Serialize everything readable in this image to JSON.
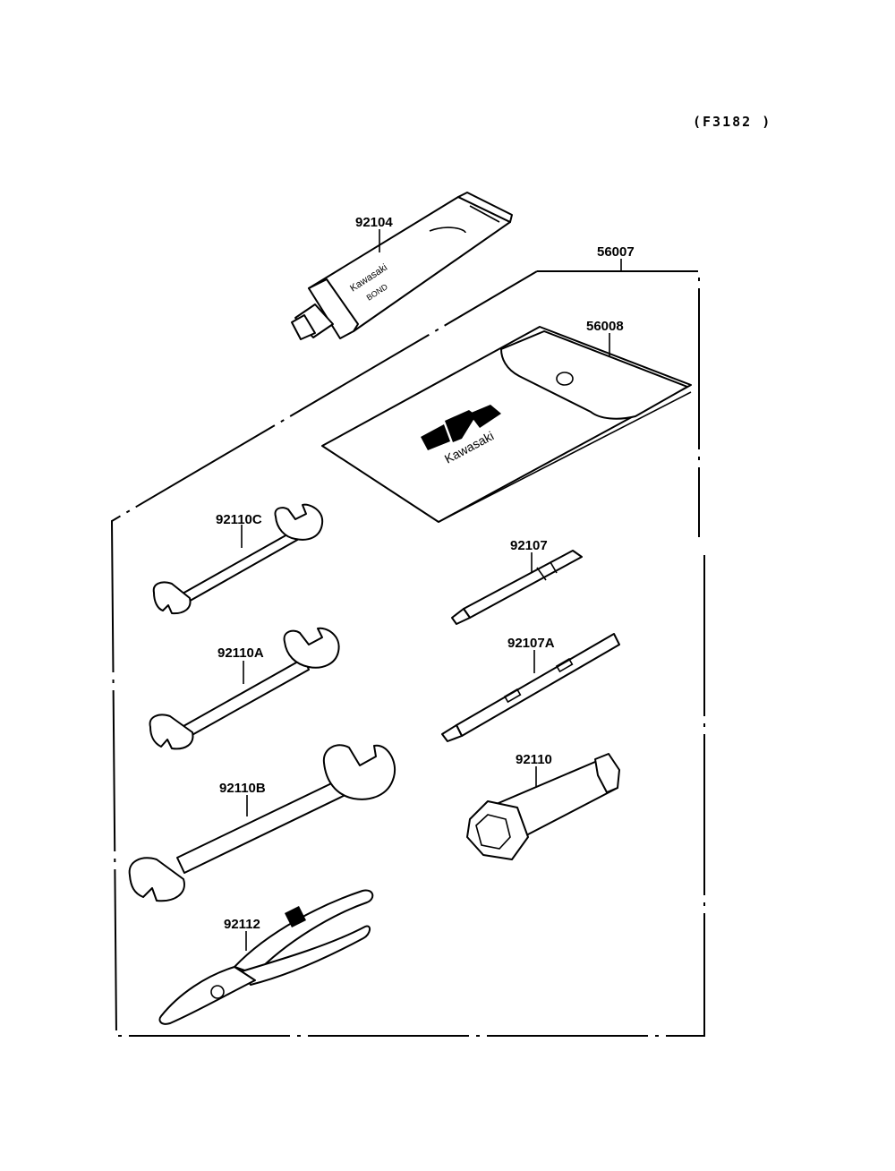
{
  "diagram": {
    "code": "(F3182 )",
    "brand_text": "Kawasaki",
    "bond_text": "BOND",
    "parts": [
      {
        "id": "92104"
      },
      {
        "id": "56007"
      },
      {
        "id": "56008"
      },
      {
        "id": "92110C"
      },
      {
        "id": "92110A"
      },
      {
        "id": "92110B"
      },
      {
        "id": "92107"
      },
      {
        "id": "92107A"
      },
      {
        "id": "92110"
      },
      {
        "id": "92112"
      }
    ]
  }
}
